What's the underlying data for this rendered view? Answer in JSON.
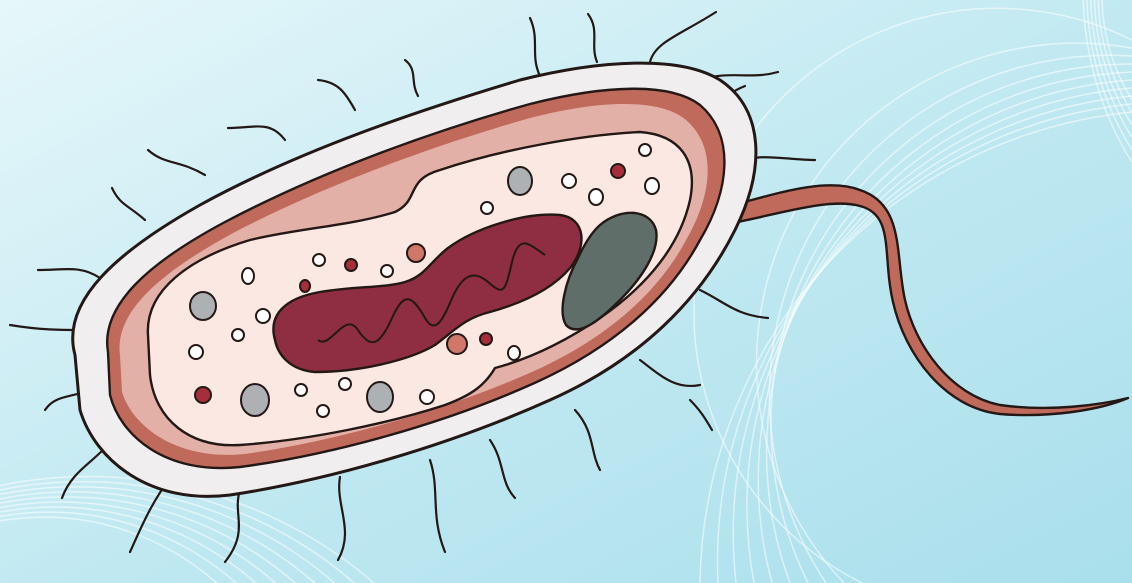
{
  "colors": {
    "bg_light": "#e6f7fa",
    "bg_mid": "#bfe8f1",
    "bg_dark": "#a9dfec",
    "outline": "#231815",
    "capsule": "#f1eeef",
    "cell_wall": "#c06a5c",
    "membrane_band": "#e3b0a7",
    "cytoplasm": "#fbe8e3",
    "nucleoid": "#8f2e42",
    "gray_inclusion": "#aeb1b4",
    "plasmid": "#5f6e69",
    "red_granule": "#a42f3b",
    "orange_granule": "#d07767",
    "flagellum": "#c06a5c"
  },
  "icons": [
    "bacterium-illustration",
    "pili-hairs",
    "flagellum",
    "nucleoid-dna",
    "plasmid-body",
    "ribosome-granules",
    "storage-inclusions"
  ]
}
